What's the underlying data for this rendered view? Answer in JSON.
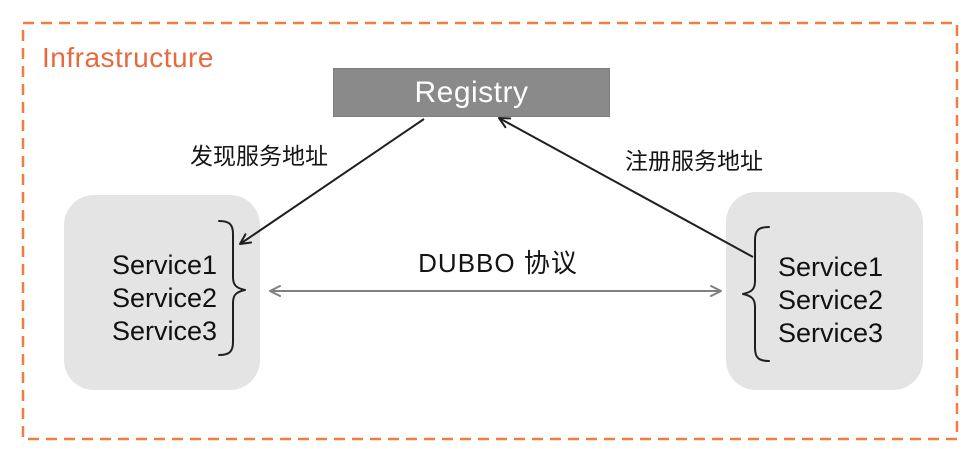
{
  "diagram": {
    "title": "Infrastructure",
    "registry": {
      "label": "Registry"
    },
    "consumer": {
      "services": [
        "Service1",
        "Service2",
        "Service3"
      ]
    },
    "provider": {
      "services": [
        "Service1",
        "Service2",
        "Service3"
      ]
    },
    "edges": {
      "discover_label": "发现服务地址",
      "register_label": "注册服务地址",
      "protocol_label": "DUBBO 协议"
    },
    "colors": {
      "boundary_orange": "#ef7f41",
      "title_orange": "#e66a3e",
      "registry_fill": "#8a8a8a",
      "registry_text": "#ffffff",
      "service_box_fill": "#e4e4e4",
      "arrow_black": "#1f1f1f",
      "arrow_gray": "#808080"
    }
  }
}
